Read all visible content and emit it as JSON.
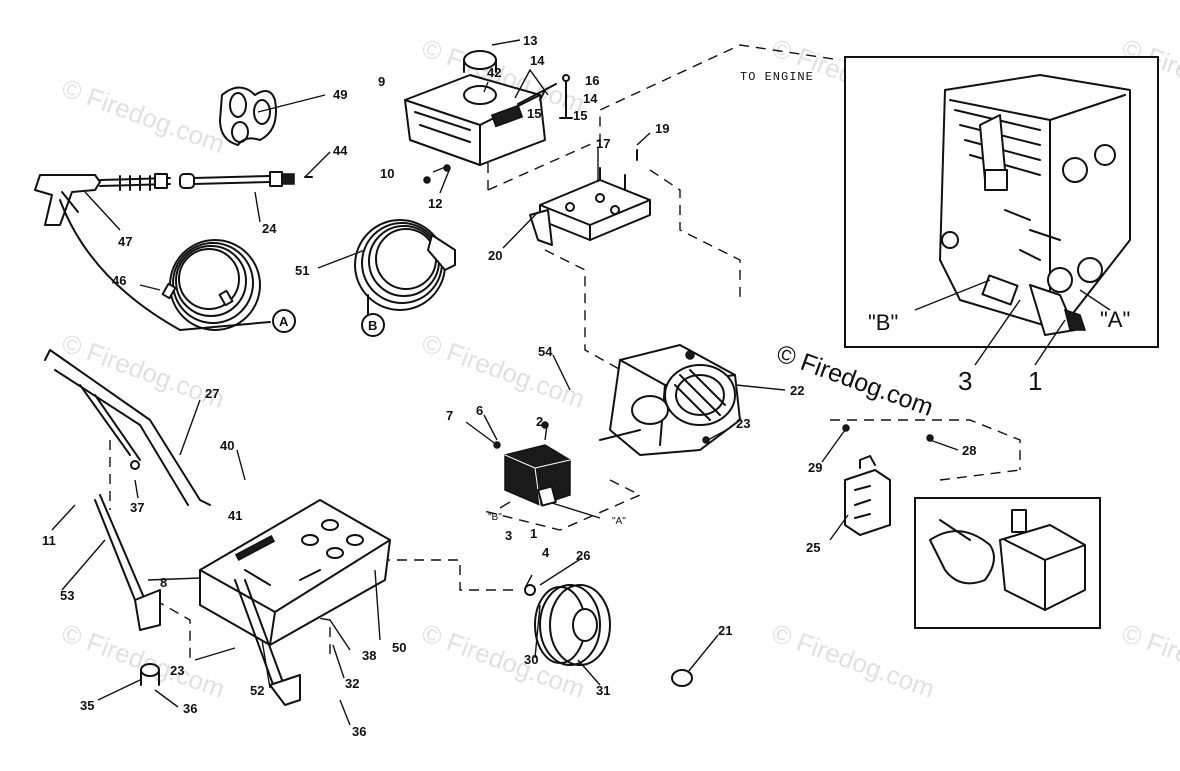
{
  "watermark": "© Firedog.com",
  "watermark_visible": "© Firedog.com",
  "note_to_engine": "TO ENGINE",
  "inset_labels": {
    "b": "\"B\"",
    "a": "\"A\"",
    "three": "3",
    "one": "1"
  },
  "letter_labels": {
    "a": "A",
    "b": "B",
    "small_b": "\"B\"",
    "small_a": "\"A\""
  },
  "callouts": {
    "c13": "13",
    "c42": "42",
    "c14a": "14",
    "c16": "16",
    "c14b": "14",
    "c15a": "15",
    "c15b": "15",
    "c9": "9",
    "c49": "49",
    "c44": "44",
    "c10": "10",
    "c12": "12",
    "c24": "24",
    "c47": "47",
    "c46": "46",
    "c51": "51",
    "c19": "19",
    "c17": "17",
    "c20": "20",
    "c54": "54",
    "c22": "22",
    "c7": "7",
    "c6": "6",
    "c2": "2",
    "c23a": "23",
    "c3": "3",
    "c1": "1",
    "c27": "27",
    "c40": "40",
    "c37": "37",
    "c11": "11",
    "c41": "41",
    "c53": "53",
    "c8": "8",
    "c50": "50",
    "c38": "38",
    "c23b": "23",
    "c35": "35",
    "c36a": "36",
    "c52": "52",
    "c32": "32",
    "c36b": "36",
    "c4": "4",
    "c26": "26",
    "c30": "30",
    "c31": "31",
    "c21": "21",
    "c29": "29",
    "c28": "28",
    "c25": "25"
  }
}
